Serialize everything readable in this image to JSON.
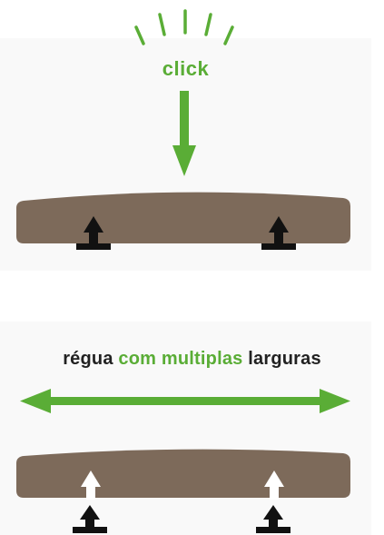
{
  "colors": {
    "accent": "#5aad36",
    "board": "#7d6a5a",
    "clip_dark": "#111111",
    "clip_light": "#ffffff",
    "text": "#222222",
    "panel": "#f9f9f9"
  },
  "top_section": {
    "click_label": "click",
    "icons": [
      "burst-lines",
      "arrow-down",
      "deck-board",
      "clip-fastener"
    ]
  },
  "bottom_section": {
    "title_part1": "régua",
    "title_part2": "com multiplas",
    "title_part3": "larguras",
    "icons": [
      "double-arrow",
      "deck-board",
      "clip-fastener"
    ]
  }
}
